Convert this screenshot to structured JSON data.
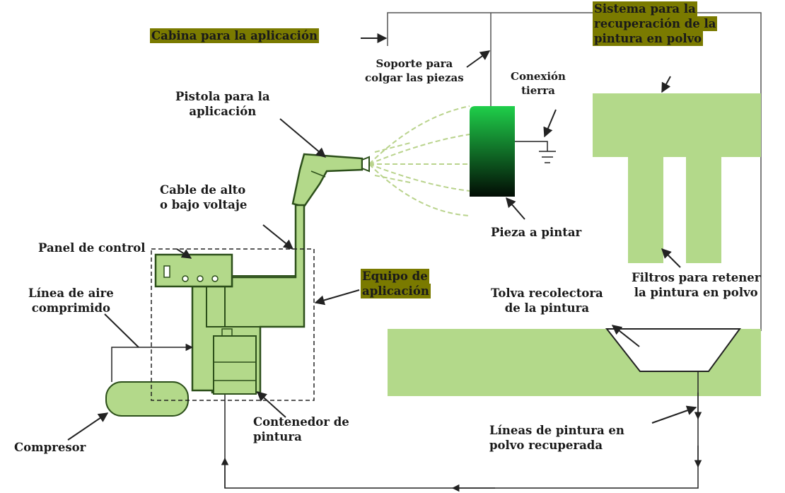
{
  "labels": {
    "cabina": "Cabina para la aplicación",
    "soporte": [
      "Soporte para",
      "colgar las piezas"
    ],
    "conexion": [
      "Conexión",
      "tierra"
    ],
    "sistema": [
      "Sistema para la",
      "recuperación de la",
      "pintura en polvo"
    ],
    "pistola": [
      "Pistola para la",
      "aplicación"
    ],
    "cable": [
      "Cable de alto",
      "o bajo voltaje"
    ],
    "pieza": "Pieza a pintar",
    "panel": "Panel de control",
    "equipo": [
      "Equipo de",
      "aplicación"
    ],
    "linea_aire": [
      "Línea de aire",
      "comprimido"
    ],
    "tolva": [
      "Tolva recolectora",
      "de la pintura"
    ],
    "filtros": [
      "Filtros para retener",
      "la pintura en polvo"
    ],
    "contenedor": [
      "Contenedor de",
      "pintura"
    ],
    "compresor": "Compresor",
    "lineas_pintura": [
      "Líneas de pintura en",
      "polvo recuperada"
    ]
  },
  "colors": {
    "equipment_fill": "#b3d98a",
    "label_highlight": "#7a7a00",
    "part_gradient_top": "#1fcf4a",
    "part_gradient_bottom": "#020c04",
    "line": "#222222"
  }
}
